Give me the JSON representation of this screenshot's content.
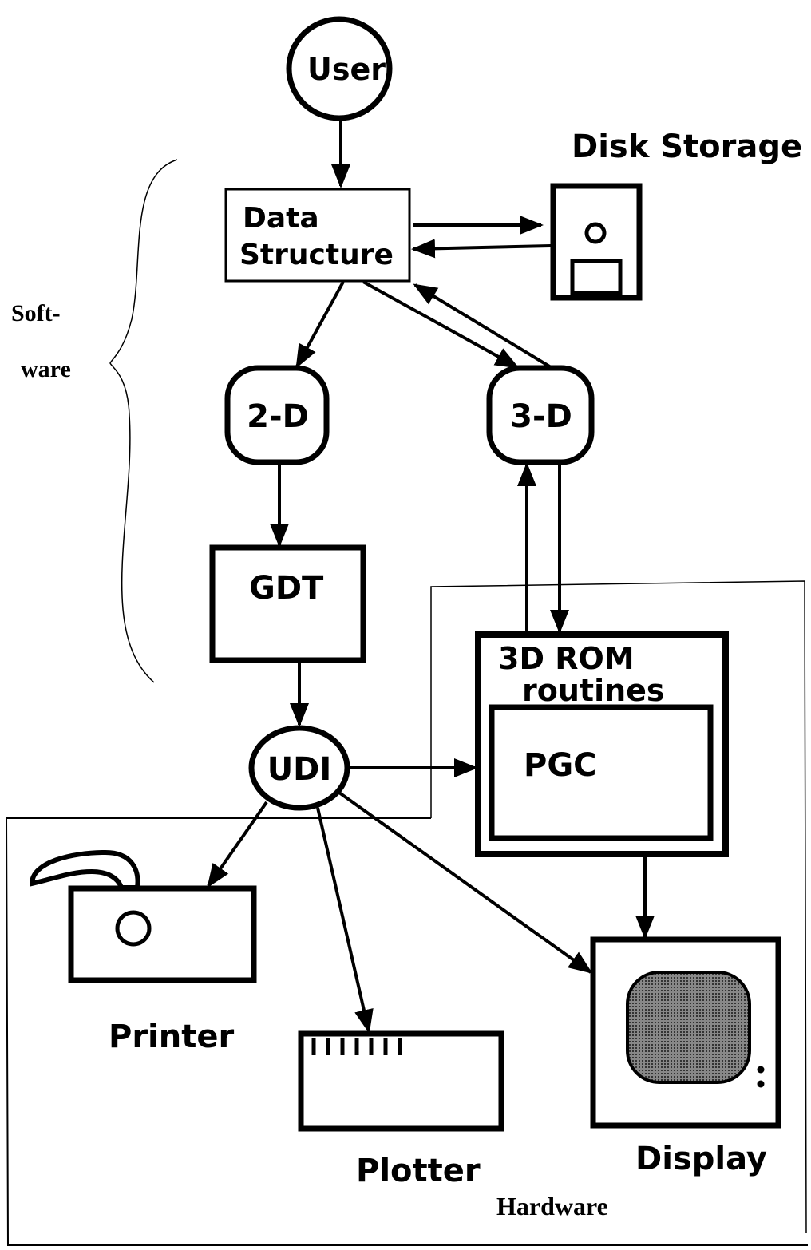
{
  "nodes": {
    "user": "User",
    "data_structure_line1": "Data",
    "data_structure_line2": "Structure",
    "disk_storage": "Disk Storage",
    "two_d": "2-D",
    "three_d": "3-D",
    "gdt": "GDT",
    "rom_line1": "3D ROM",
    "rom_line2": "routines",
    "pgc": "PGC",
    "udi": "UDI",
    "printer": "Printer",
    "plotter": "Plotter",
    "display": "Display"
  },
  "regions": {
    "software_line1": "Soft-",
    "software_line2": "ware",
    "hardware": "Hardware"
  },
  "colors": {
    "ink": "#000000",
    "screen": "#555555",
    "background": "#ffffff"
  }
}
